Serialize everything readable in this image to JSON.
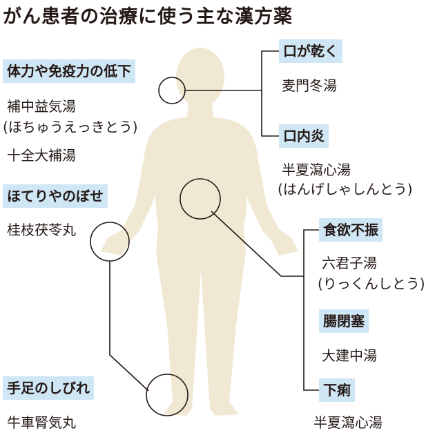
{
  "title": "がん患者の治療に使う主な漢方薬",
  "colors": {
    "label_bg": "#cfe6f4",
    "body_fill": "#f1e8d4",
    "line": "#231815"
  },
  "symptoms": {
    "fatigue": {
      "label": "体力や免疫力の低下",
      "drugs": [
        "補中益気湯",
        "(ほちゅうえっきとう)",
        "十全大補湯"
      ]
    },
    "hot_flash": {
      "label": "ほてりやのぼせ",
      "drugs": [
        "桂枝茯苓丸"
      ]
    },
    "numbness": {
      "label": "手足のしびれ",
      "drugs": [
        "牛車腎気丸"
      ]
    },
    "dry_mouth": {
      "label": "口が乾く",
      "drugs": [
        "麦門冬湯"
      ]
    },
    "stomatitis": {
      "label": "口内炎",
      "drugs": [
        "半夏瀉心湯",
        "(はんげしゃしんとう)"
      ]
    },
    "anorexia": {
      "label": "食欲不振",
      "drugs": [
        "六君子湯",
        "(りっくんしとう)"
      ]
    },
    "ileus": {
      "label": "腸閉塞",
      "drugs": [
        "大建中湯"
      ]
    },
    "diarrhea": {
      "label": "下痢",
      "drugs": [
        "半夏瀉心湯"
      ]
    }
  }
}
